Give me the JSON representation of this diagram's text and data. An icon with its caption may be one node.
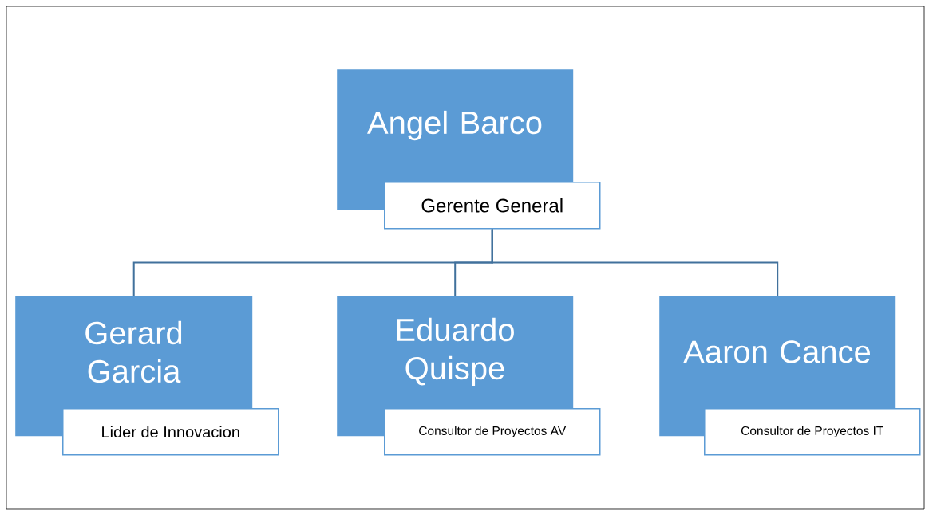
{
  "diagram": {
    "nodes": [
      {
        "text": [
          "Angel Barco",
          "Gerente General"
        ]
      },
      {
        "text": [
          "Gerard Garcia",
          "Lider de Innovacion"
        ]
      },
      {
        "text": [
          "Eduardo Quispe",
          "Consultor de Proyectos AV"
        ]
      },
      {
        "text": [
          "Aaron Cance",
          "Consultor de Proyectos IT"
        ]
      }
    ],
    "edges": [
      {
        "from": 0,
        "to": 1,
        "arrow": "none"
      },
      {
        "from": 0,
        "to": 2,
        "arrow": "none"
      },
      {
        "from": 0,
        "to": 3,
        "arrow": "none"
      }
    ]
  }
}
